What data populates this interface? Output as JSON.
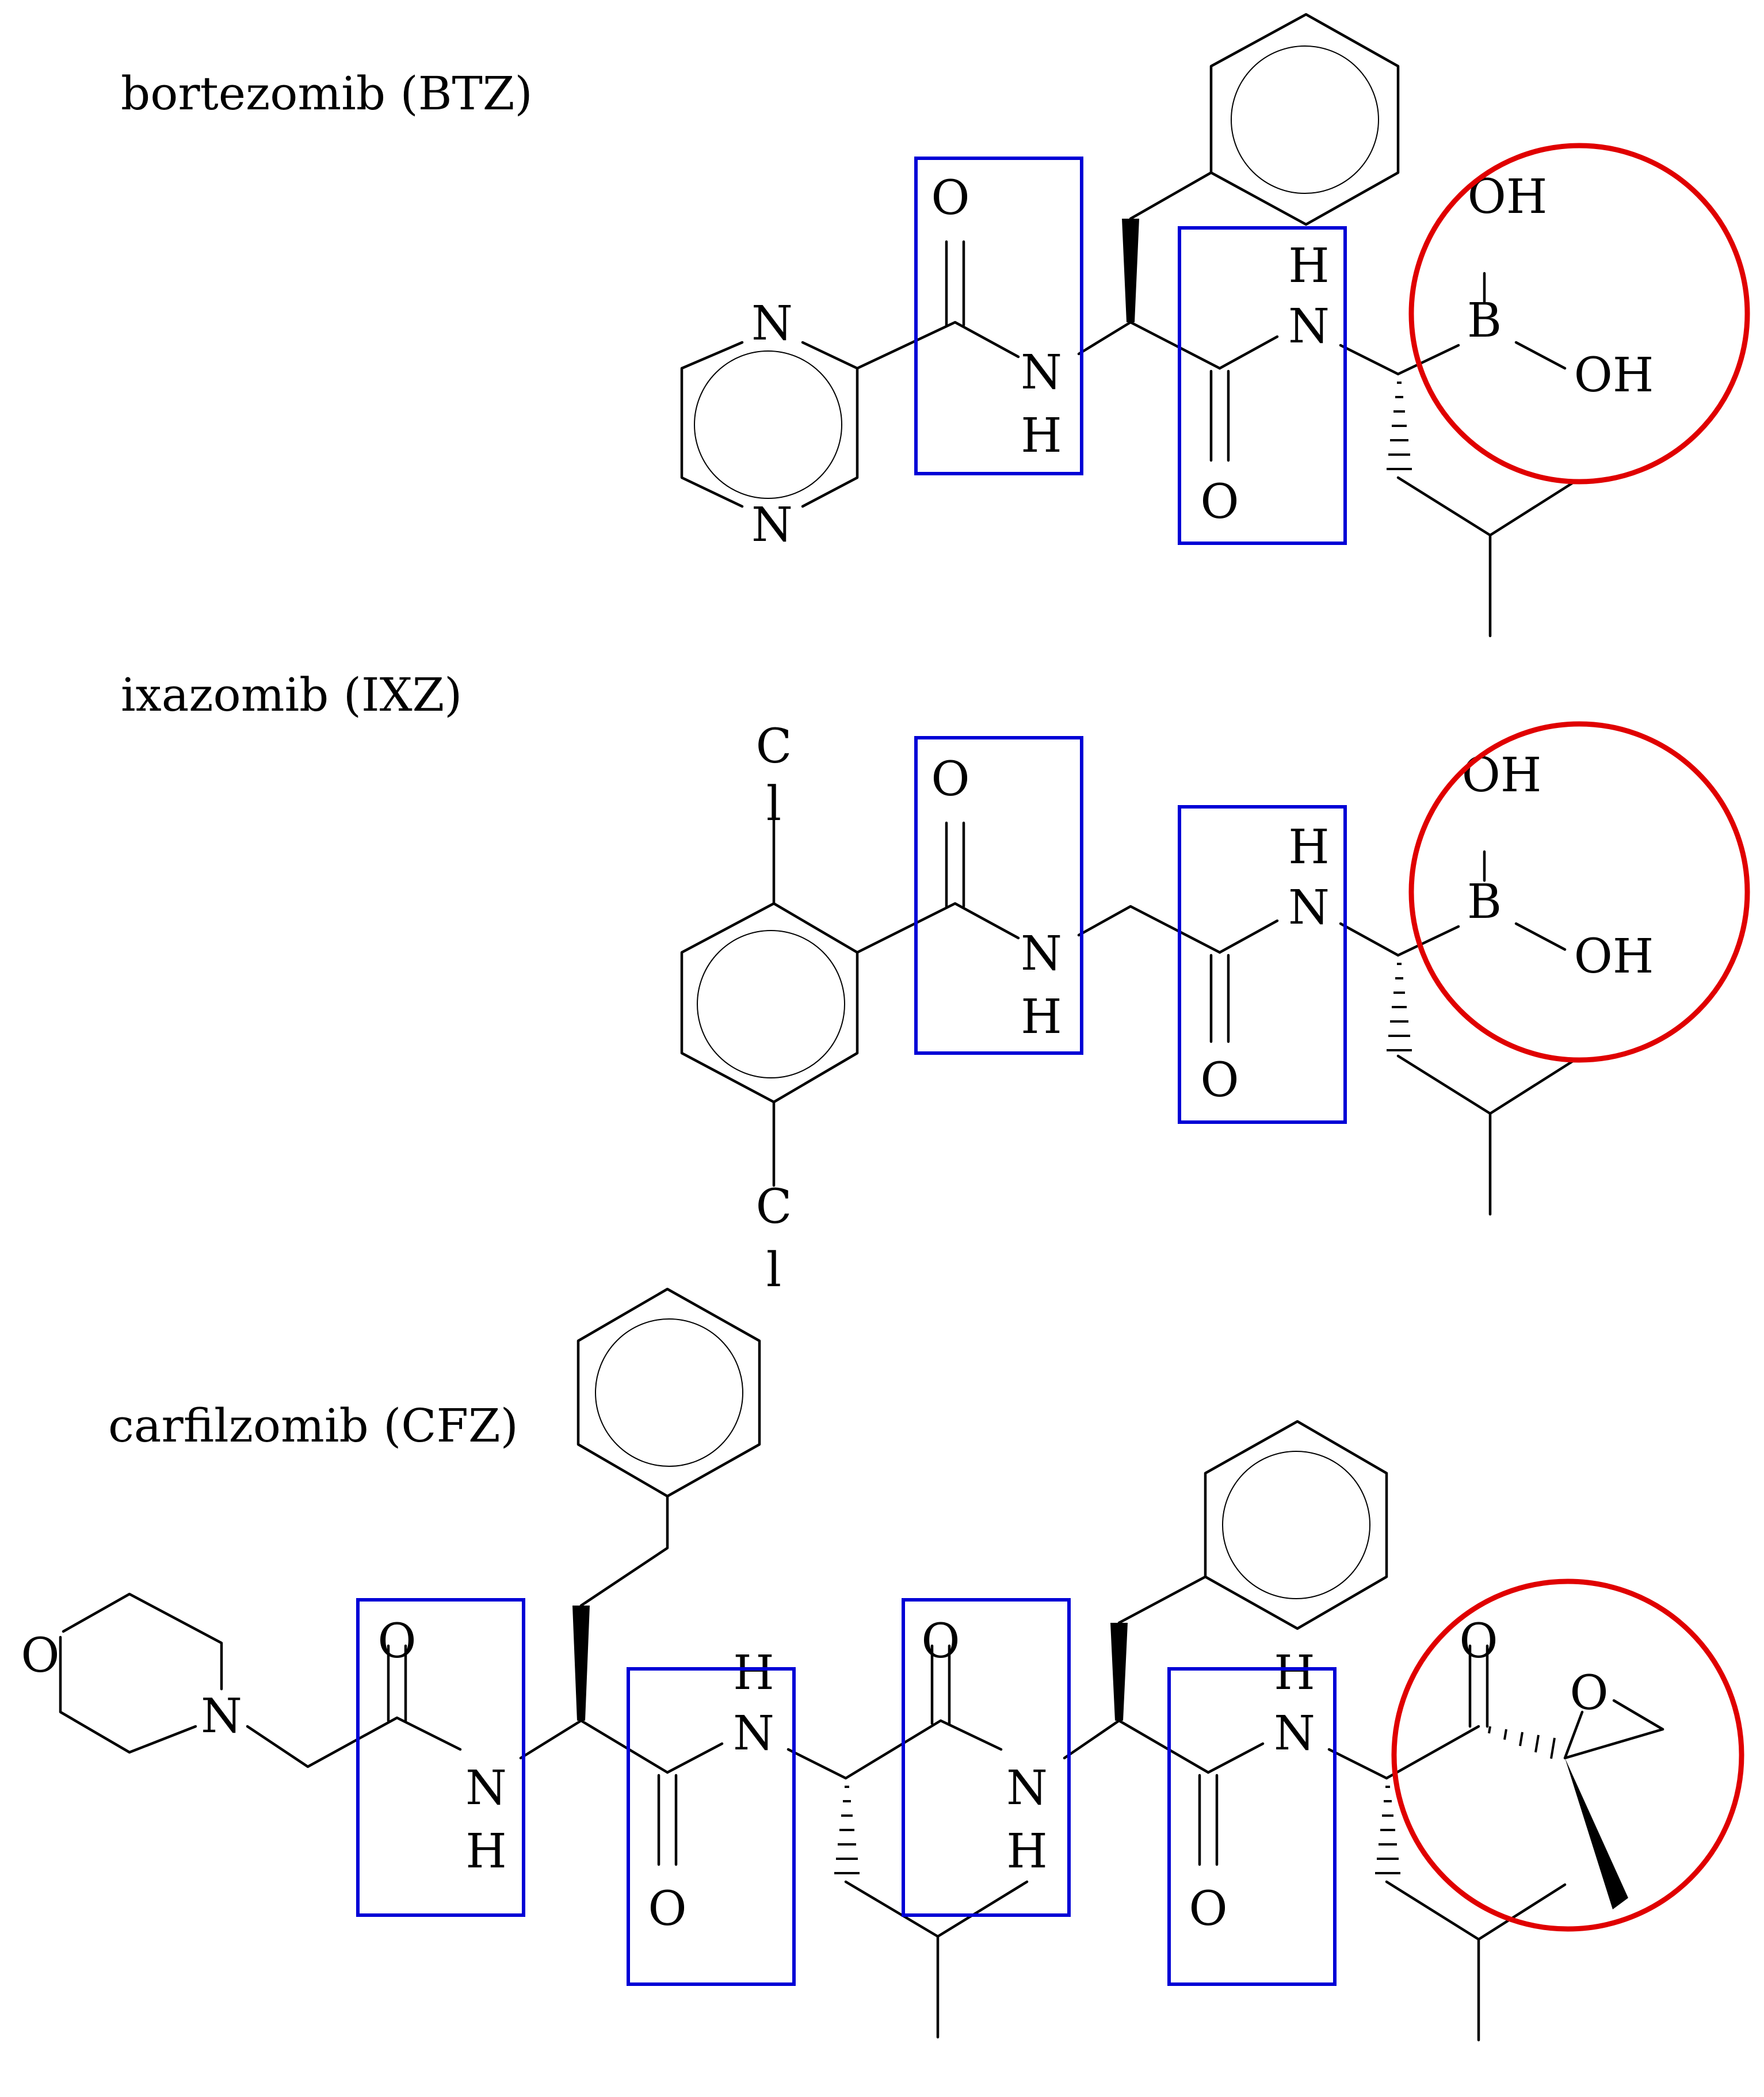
{
  "compounds": [
    {
      "id": "btz",
      "name": "bortezomib (BTZ)"
    },
    {
      "id": "ixz",
      "name": "ixazomib (IXZ)"
    },
    {
      "id": "cfz",
      "name": "carfilzomib (CFZ)"
    }
  ],
  "atoms": {
    "O": "O",
    "N": "N",
    "H": "H",
    "B": "B",
    "OH": "OH",
    "C": "C",
    "l": "l"
  },
  "colors": {
    "amide_box": "#0000d6",
    "warhead_circle": "#e00000",
    "structure": "#000000"
  }
}
